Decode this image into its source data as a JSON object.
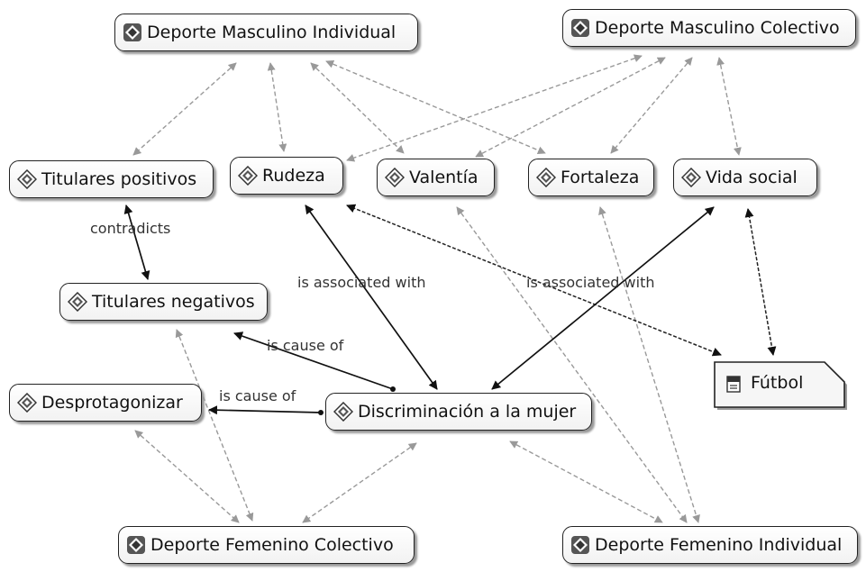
{
  "nodes": {
    "dmi": "Deporte Masculino Individual",
    "dmc": "Deporte Masculino Colectivo",
    "tp": "Titulares positivos",
    "rudeza": "Rudeza",
    "valentia": "Valentía",
    "fortaleza": "Fortaleza",
    "vida": "Vida social",
    "tn": "Titulares negativos",
    "desp": "Desprotagonizar",
    "disc": "Discriminación a la mujer",
    "futbol": "Fútbol",
    "dfc": "Deporte Femenino Colectivo",
    "dfi": "Deporte Femenino Individual"
  },
  "edge_labels": {
    "contradicts": "contradicts",
    "assoc_left": "is associated with",
    "assoc_right": "is associated with",
    "cause_upper": "is cause of",
    "cause_lower": "is cause of"
  },
  "colors": {
    "solid": "#111111",
    "dashed": "#999999",
    "node_border": "#222222"
  }
}
